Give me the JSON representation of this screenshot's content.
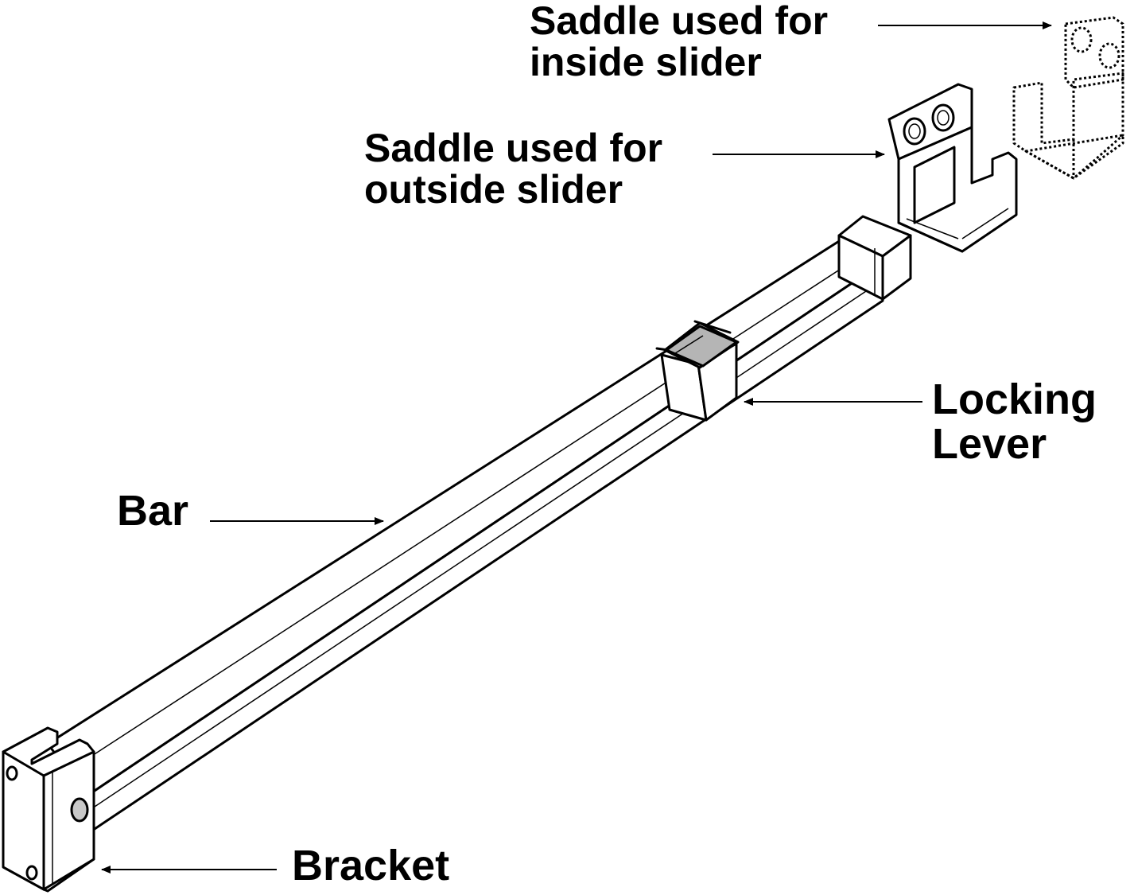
{
  "labels": {
    "saddle_inside": [
      "Saddle used for",
      "inside slider"
    ],
    "saddle_outside": [
      "Saddle used for",
      "outside slider"
    ],
    "locking_lever": [
      "Locking",
      "Lever"
    ],
    "bar": "Bar",
    "bracket": "Bracket"
  },
  "colors": {
    "ink": "#000000",
    "background": "#ffffff",
    "lever_fill": "#b5b5b5"
  }
}
